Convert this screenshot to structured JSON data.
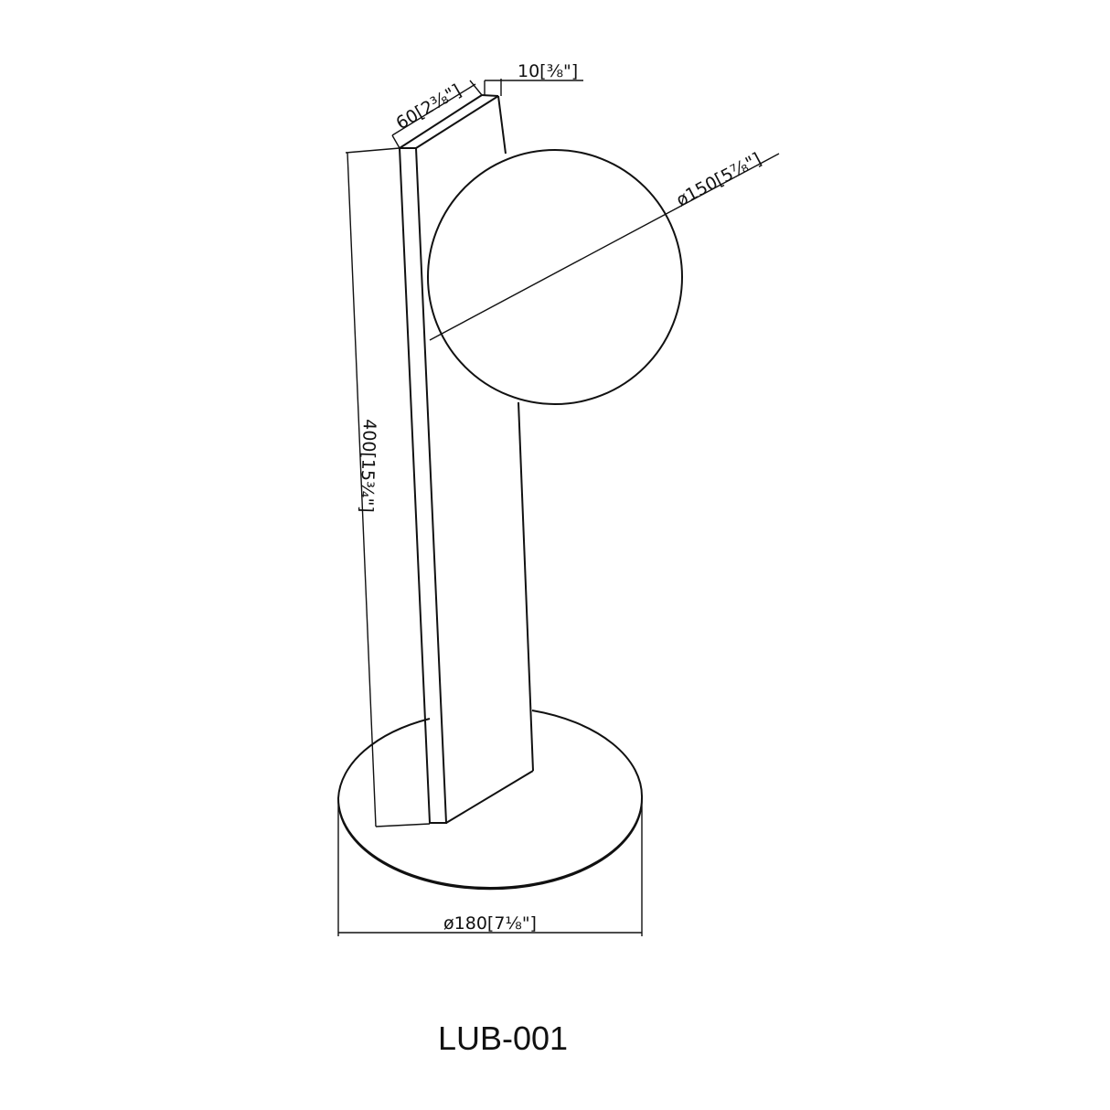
{
  "drawing": {
    "model": "LUB-001",
    "dimensions": {
      "height": "400[15¾\"]",
      "depth": "60[2⅜\"]",
      "thickness": "10[⅜\"]",
      "globe_diameter": "ø150[5⅞\"]",
      "base_diameter": "ø180[7⅛\"]"
    }
  }
}
